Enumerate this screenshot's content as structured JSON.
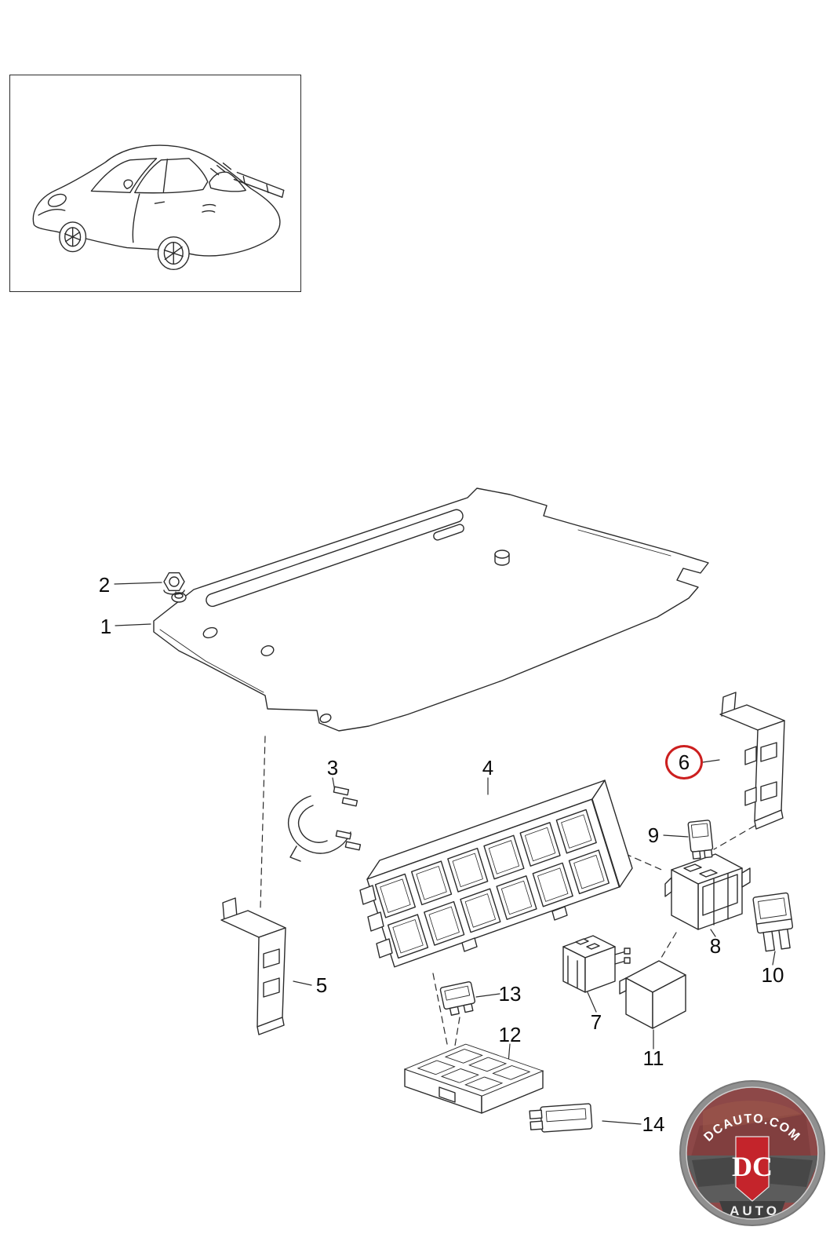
{
  "callouts": {
    "labels": [
      "1",
      "2",
      "3",
      "4",
      "5",
      "6",
      "7",
      "8",
      "9",
      "10",
      "11",
      "12",
      "13",
      "14"
    ],
    "circled": "6",
    "highlight_color": "#cc1f1f"
  },
  "watermark": {
    "arc_text": "DCAUTO.COM",
    "shield_text": "DC",
    "bottom_text": "AUTO",
    "red": "#c4242b",
    "ring_gray": "#8f8f8f"
  }
}
